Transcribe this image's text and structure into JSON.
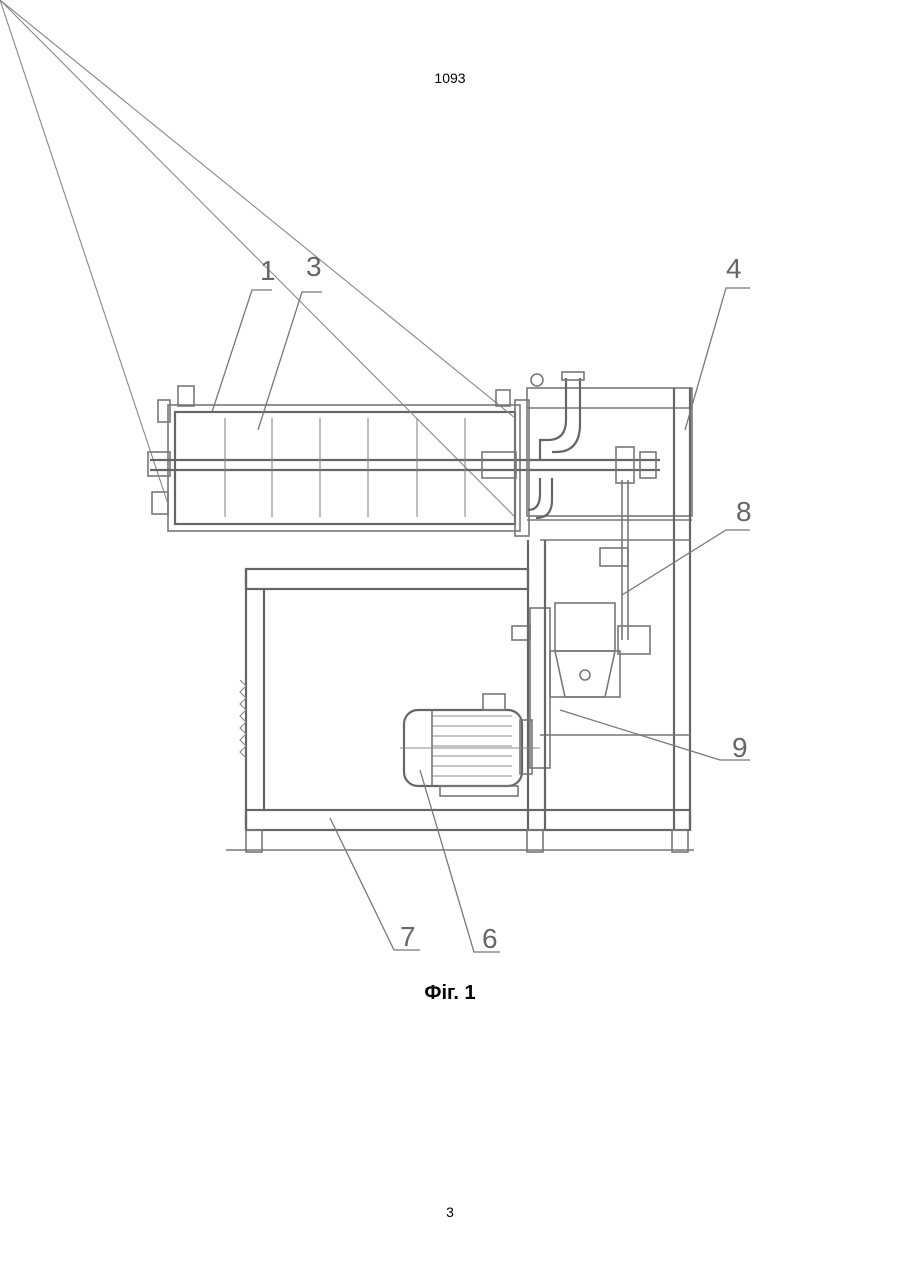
{
  "page": {
    "header_number": "1093",
    "footer_number": "3"
  },
  "figure": {
    "caption": "Фіг. 1",
    "callouts": [
      "1",
      "3",
      "4",
      "8",
      "9",
      "7",
      "6"
    ]
  }
}
